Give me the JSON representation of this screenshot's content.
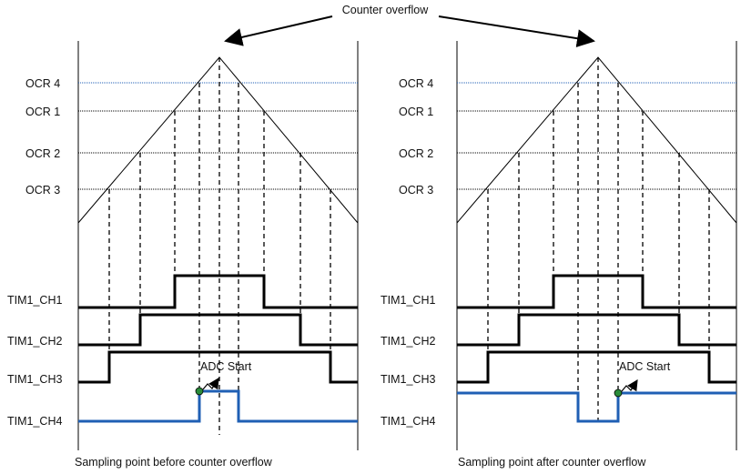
{
  "title": "Counter overflow",
  "levels": [
    "OCR 4",
    "OCR 1",
    "OCR 2",
    "OCR 3"
  ],
  "channels": [
    "TIM1_CH1",
    "TIM1_CH2",
    "TIM1_CH3",
    "TIM1_CH4"
  ],
  "adc_label": "ADC Start",
  "panels": [
    {
      "caption": "Sampling point before counter overflow"
    },
    {
      "caption": "Sampling point after counter overflow"
    }
  ],
  "colors": {
    "line": "#000000",
    "blue": "#1f5fb4",
    "dot": "#2a8c3a"
  }
}
